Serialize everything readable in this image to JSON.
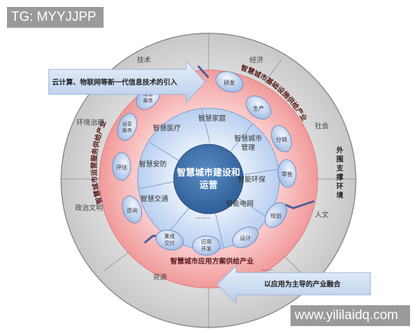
{
  "watermarks": {
    "top": "TG: MYYJJPP",
    "bottom": "www.yililaidq.com"
  },
  "diagram": {
    "center": {
      "label_line1": "智慧城市建设和",
      "label_line2": "运营"
    },
    "inner_ring": [
      {
        "line1": "智慧家庭",
        "line2": ""
      },
      {
        "line1": "智慧城市",
        "line2": "管理"
      },
      {
        "line1": "智能环保",
        "line2": ""
      },
      {
        "line1": "智能电网",
        "line2": ""
      },
      {
        "line1": "……",
        "line2": ""
      },
      {
        "line1": "智慧交通",
        "line2": ""
      },
      {
        "line1": "智慧安防",
        "line2": ""
      },
      {
        "line1": "智慧医疗",
        "line2": ""
      }
    ],
    "industry_arcs": {
      "infrastructure": "智慧城市基础设施供给产业",
      "application": "智慧城市应用方案供给产业",
      "operation": "智慧城市运营服务供给产业"
    },
    "industry_ovals": {
      "infrastructure": [
        "研发",
        "生产",
        "分销",
        "零售"
      ],
      "application": [
        "规划",
        "设计",
        "应用开发",
        "集成交付"
      ],
      "operation": [
        "咨询",
        "评估",
        "运营服务",
        "增值服务"
      ]
    },
    "outer_ring": {
      "segments": [
        "技术",
        "经济",
        "社会",
        "人文",
        "……",
        "资源",
        "政治文明",
        "环境治理"
      ],
      "side_label": "外围支撑环境"
    },
    "arrows": {
      "top_left": "云计算、物联网等新一代信息技术的引入",
      "bottom_right": "以应用为主导的产业融合"
    },
    "colors": {
      "outer_ring": "#d4d4d4",
      "pink_ring": "#f5b5b5",
      "inner_ring": "#d6e4f6",
      "center": "#3d6fa8",
      "oval": "#c5d7f0",
      "arrow": "#d2e0f3",
      "text_dark_red": "#5a1a1a"
    }
  }
}
